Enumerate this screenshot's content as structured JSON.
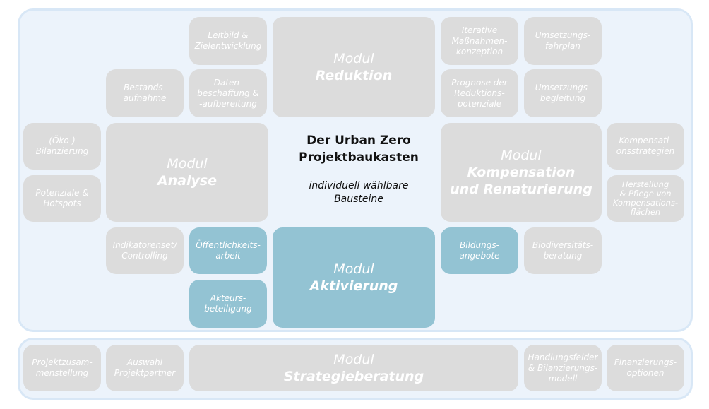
{
  "center": {
    "title": "Der Urban Zero\nProjektbaukasten",
    "subtitle": "individuell wählbare\nBausteine"
  },
  "modules": {
    "reduktion": {
      "prefix": "Modul",
      "name": "Reduktion"
    },
    "analyse": {
      "prefix": "Modul",
      "name": "Analyse"
    },
    "kompensation": {
      "prefix": "Modul",
      "name": "Kompensation\nund Renaturierung"
    },
    "aktivierung": {
      "prefix": "Modul",
      "name": "Aktivierung"
    },
    "strategie": {
      "prefix": "Modul",
      "name": "Strategieberatung"
    }
  },
  "tiles": {
    "leitbild": "Leitbild &\nZielentwicklung",
    "daten": "Daten-\nbeschaffung &\n-aufbereitung",
    "bestand": "Bestands-\naufnahme",
    "iterative": "Iterative\nMaßnahmen-\nkonzeption",
    "fahrplan": "Umsetzungs-\nfahrplan",
    "prognose": "Prognose der\nReduktions-\npotenziale",
    "begleitung": "Umsetzungs-\nbegleitung",
    "oeko": "(Öko-)\nBilanzierung",
    "potenziale": "Potenziale &\nHotspots",
    "kompstrat": "Kompensati-\nonsstrategien",
    "herstellung": "Herstellung\n& Pflege von\nKompensations-\nflächen",
    "indikator": "Indikatorenset/\nControlling",
    "oeffentlich": "Öffentlichkeits-\narbeit",
    "akteurs": "Akteurs-\nbeteiligung",
    "bildung": "Bildungs-\nangebote",
    "biodiv": "Biodiversitäts-\nberatung",
    "projektzus": "Projektzusam-\nmenstellung",
    "auswahl": "Auswahl\nProjektpartner",
    "handlung": "Handlungsfelder\n& Bilanzierungs-\nmodell",
    "finanz": "Finanzierungs-\noptionen"
  },
  "colors": {
    "panel": "#ecf3fb",
    "panel_border": "#d8e7f6",
    "tile_gray": "#dcdcdc",
    "tile_blue": "#93c3d3",
    "tile_text": "#ffffff",
    "center_text": "#111111"
  }
}
